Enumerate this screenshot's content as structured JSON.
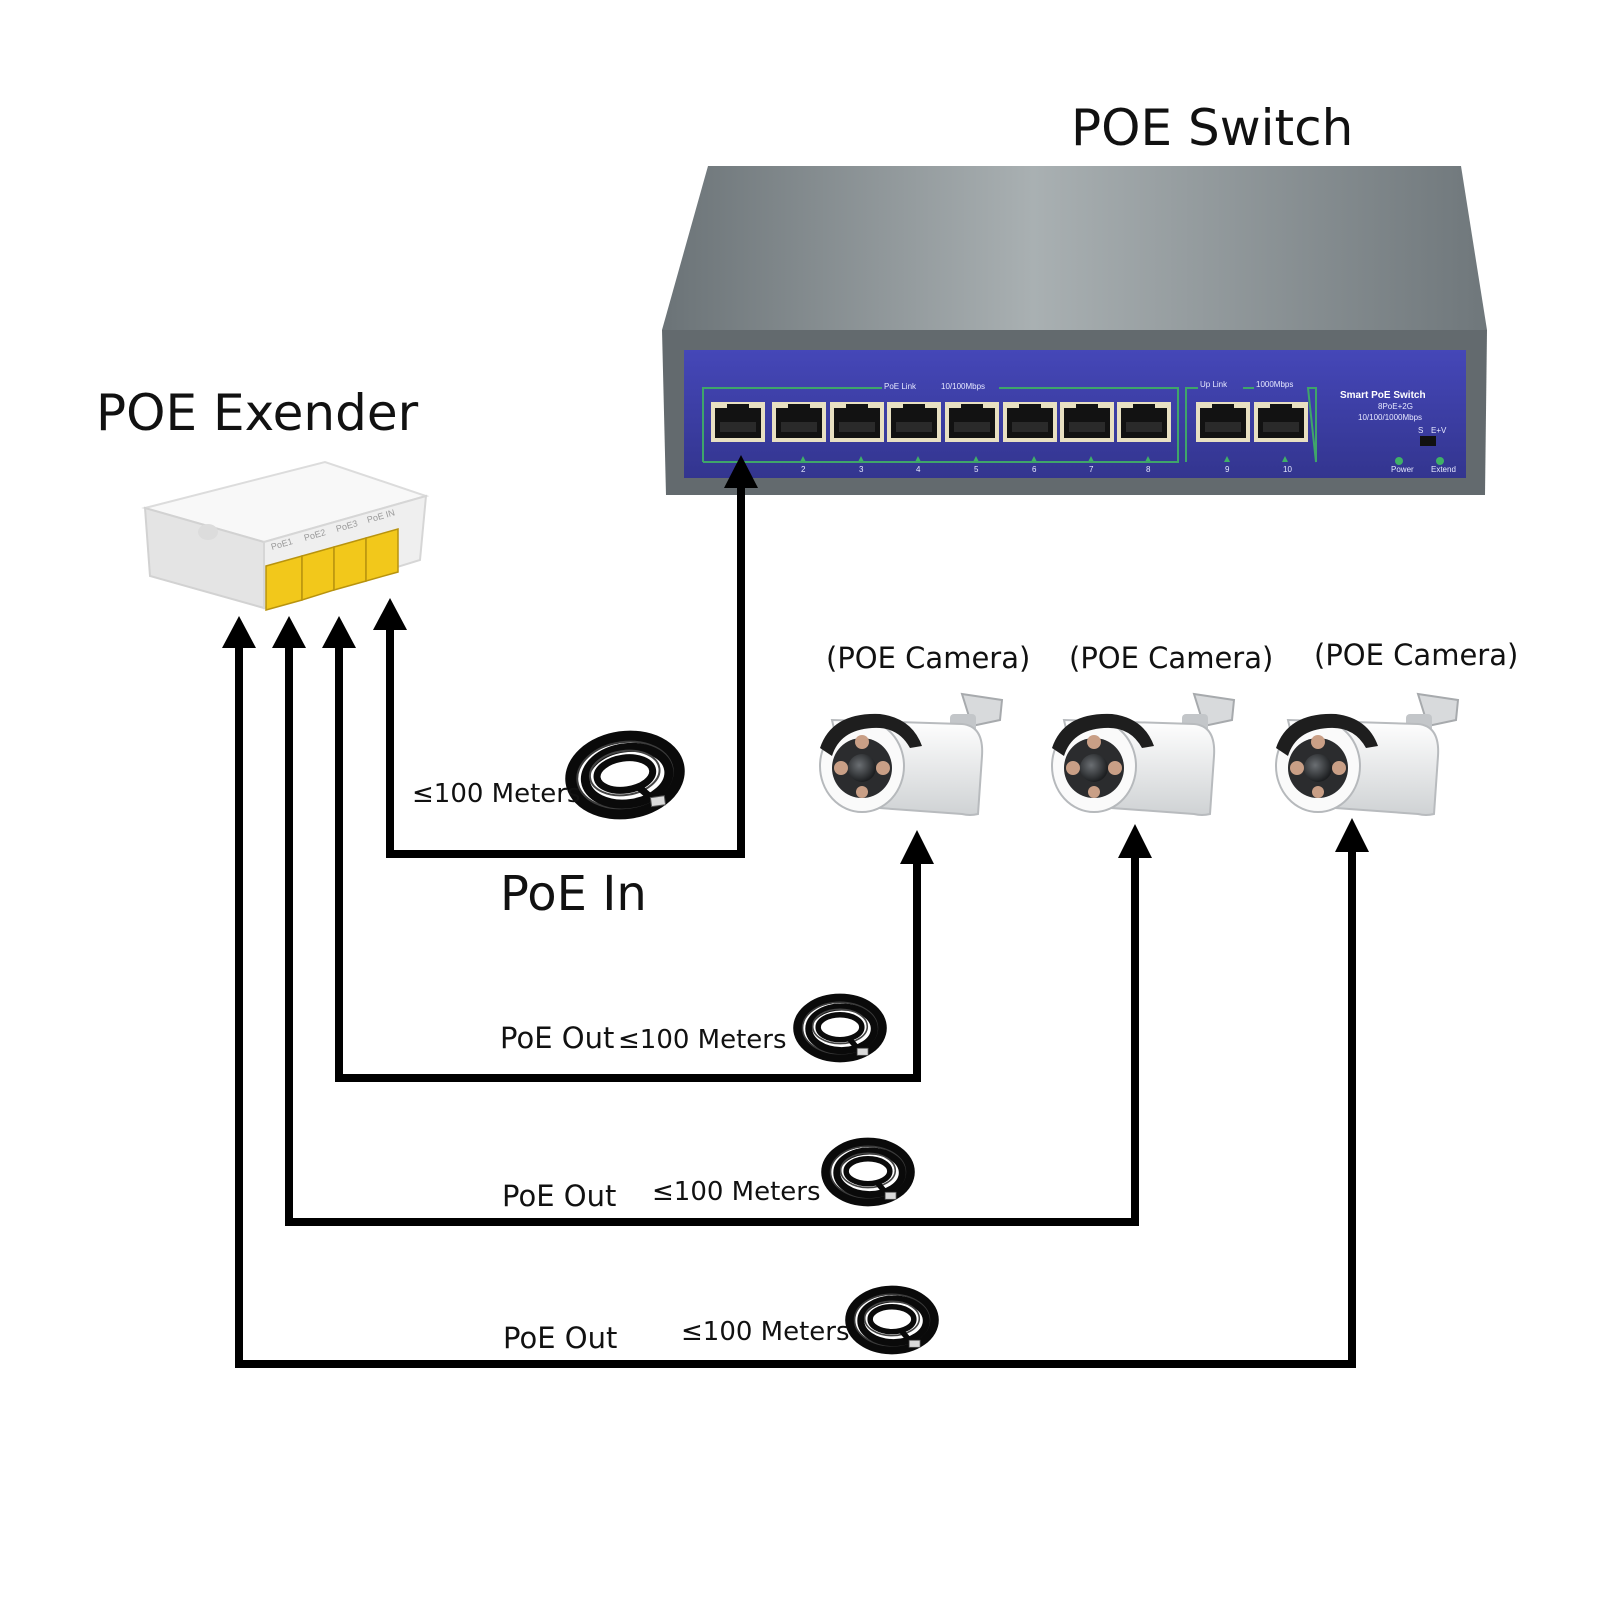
{
  "devices": {
    "switch": {
      "title": "POE Switch",
      "section_poe_link": "PoE Link",
      "section_speed": "10/100Mbps",
      "section_uplink": "Up Link",
      "section_uplink_speed": "1000Mbps",
      "brand": "Smart PoE Switch",
      "model": "8PoE+2G",
      "spec": "10/100/1000Mbps",
      "port_numbers": [
        "2",
        "3",
        "4",
        "5",
        "6",
        "7",
        "8",
        "9",
        "10"
      ],
      "switch_labels": [
        "S",
        "E+V"
      ],
      "led_labels": [
        "Power",
        "Extend"
      ],
      "colors": {
        "body": "#7d8589",
        "panel": "#3d3fae",
        "led": "#3fb067"
      }
    },
    "extender": {
      "title": "POE Exender",
      "port_labels": [
        "PoE1",
        "PoE2",
        "PoE3",
        "PoE IN"
      ],
      "colors": {
        "body": "#f2f2f2",
        "port": "#f2c81b"
      }
    },
    "cameras": [
      {
        "label": "(POE Camera)"
      },
      {
        "label": "(POE Camera)"
      },
      {
        "label": "(POE Camera)"
      }
    ]
  },
  "links": {
    "poe_in_label": "PoE In",
    "distance_label": "≤100 Meters",
    "poe_out_labels": [
      "PoE Out",
      "PoE Out",
      "PoE Out"
    ]
  }
}
